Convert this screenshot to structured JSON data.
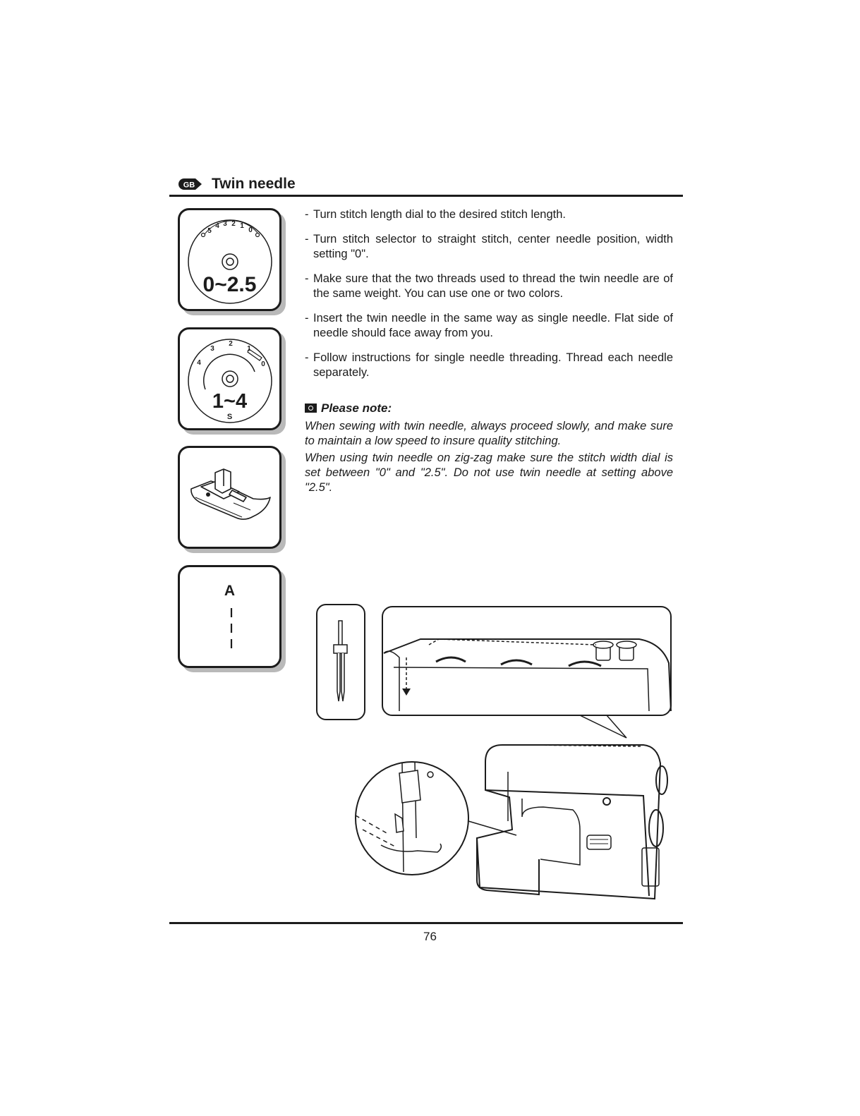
{
  "header": {
    "language_badge": "GB",
    "title": "Twin needle"
  },
  "panels": {
    "stitch_width_dial": {
      "scale_labels": [
        "5",
        "4",
        "3",
        "2",
        "1",
        "0"
      ],
      "setting": "0~2.5"
    },
    "stitch_length_dial": {
      "scale_labels": [
        "4",
        "3",
        "2",
        "1",
        "0"
      ],
      "setting": "1~4",
      "sub_label": "S"
    },
    "presser_foot": {
      "icon": "zigzag-presser-foot-icon"
    },
    "stitch_pattern": {
      "label": "A",
      "icon": "straight-stitch-icon"
    }
  },
  "instructions": [
    "Turn stitch length dial to the desired stitch length.",
    "Turn stitch selector to straight stitch, center needle position, width setting \"0\".",
    "Make sure that the two threads used to thread the twin needle are of the same weight. You can use one or two colors.",
    "Insert the twin needle in the same way as single needle. Flat side of needle should face away from you.",
    "Follow instructions for single needle threading. Thread each needle separately."
  ],
  "note": {
    "heading": "Please note:",
    "paragraphs": [
      "When sewing with twin needle, always proceed slowly, and make sure to maintain a low speed to insure quality stitching.",
      "When using twin needle on zig-zag make sure the stitch width dial is set between \"0\" and \"2.5\". Do not use twin needle at setting above \"2.5\"."
    ]
  },
  "illustrations": {
    "twin_needle": "twin-needle-icon",
    "machine": "sewing-machine-threading-illustration"
  },
  "footer": {
    "page_number": "76"
  },
  "colors": {
    "ink": "#1c1c1c",
    "shadow": "#b9b9b9",
    "paper": "#ffffff"
  }
}
